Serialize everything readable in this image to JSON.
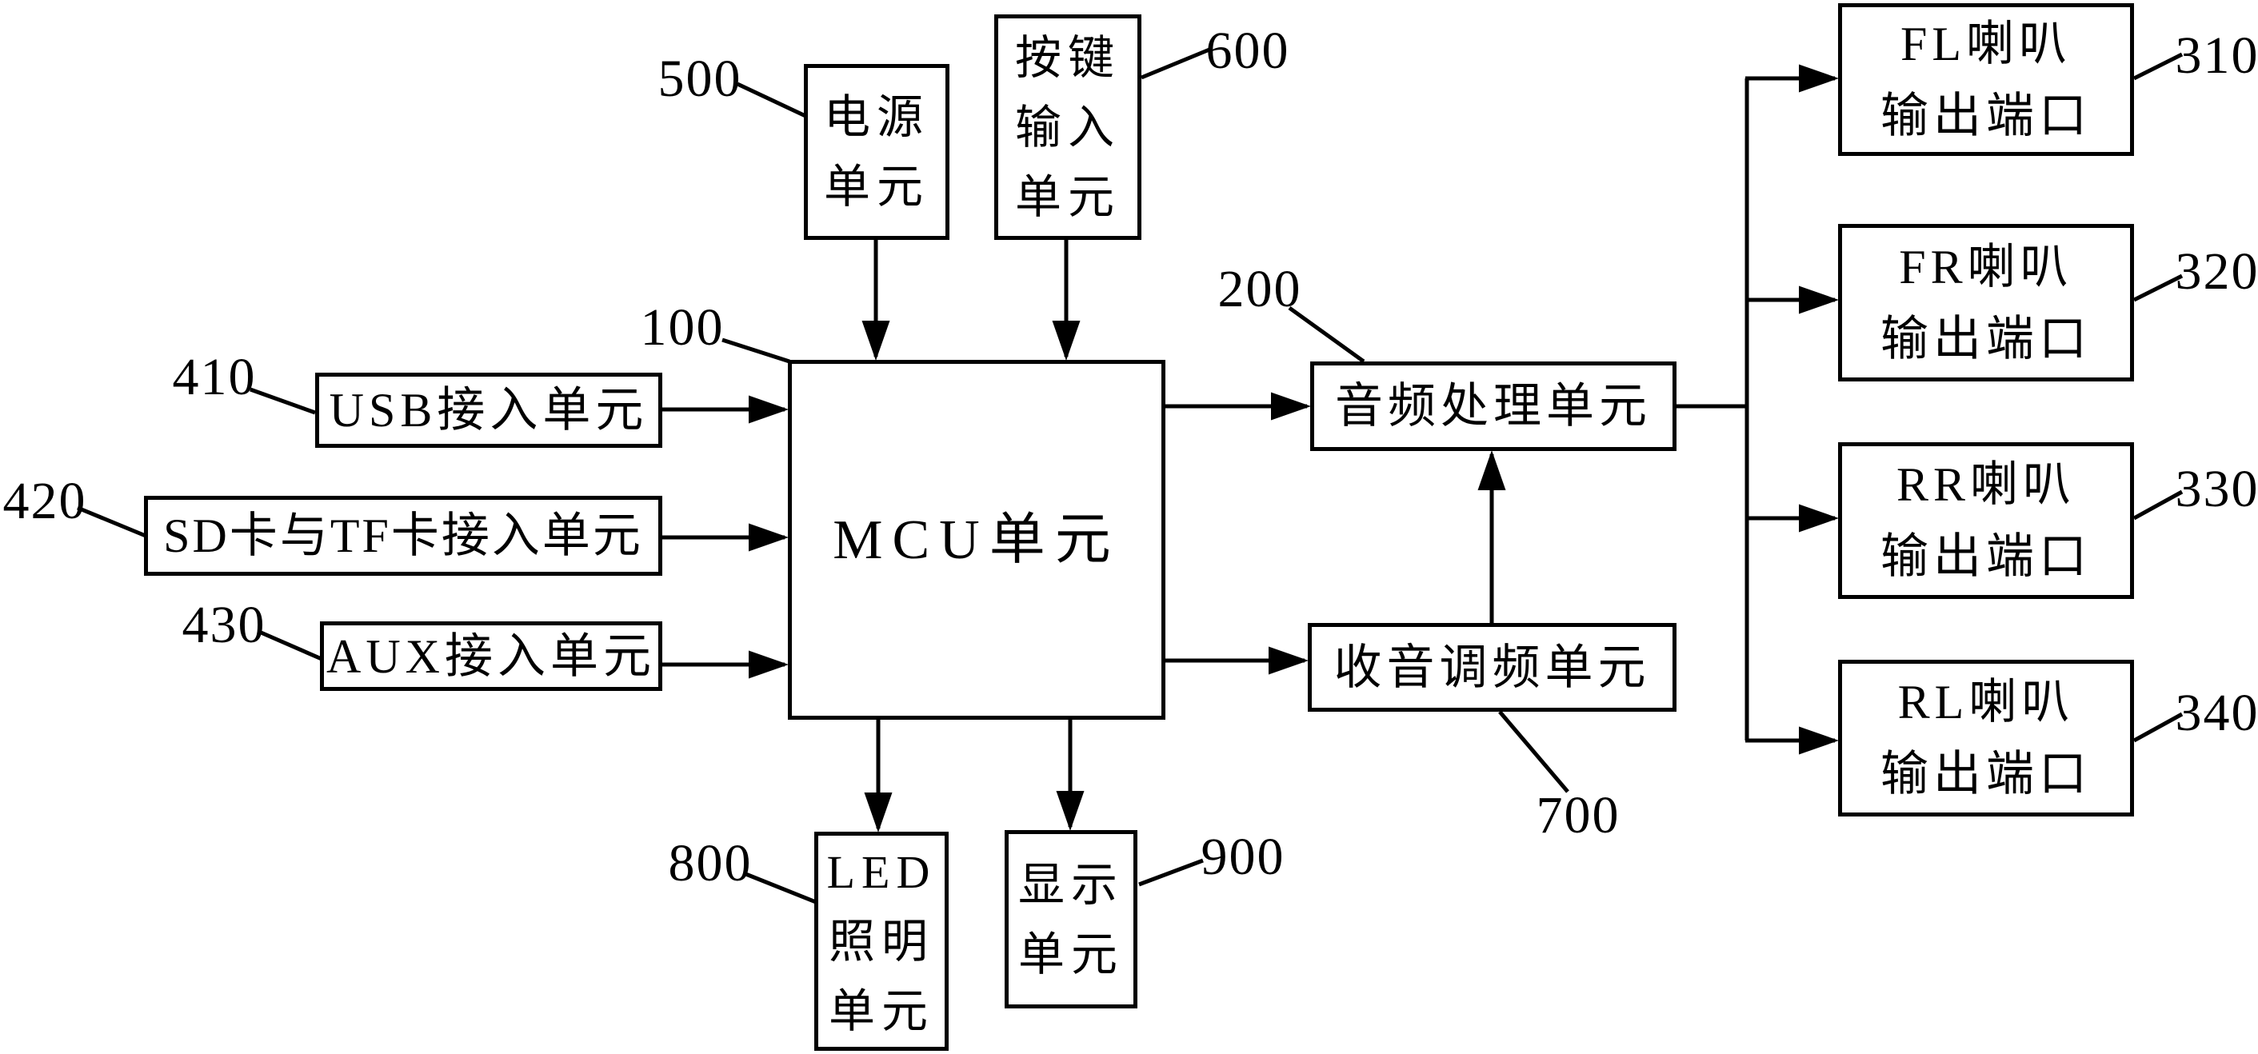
{
  "diagram": {
    "background_color": "#ffffff",
    "line_color": "#000000",
    "text_color": "#000000",
    "nodes": {
      "mcu": {
        "ref": "100",
        "lines": [
          "MCU单元"
        ]
      },
      "audio": {
        "ref": "200",
        "lines": [
          "音频处理单元"
        ]
      },
      "fl": {
        "ref": "310",
        "lines": [
          "FL喇叭",
          "输出端口"
        ]
      },
      "fr": {
        "ref": "320",
        "lines": [
          "FR喇叭",
          "输出端口"
        ]
      },
      "rr": {
        "ref": "330",
        "lines": [
          "RR喇叭",
          "输出端口"
        ]
      },
      "rl": {
        "ref": "340",
        "lines": [
          "RL喇叭",
          "输出端口"
        ]
      },
      "usb": {
        "ref": "410",
        "lines": [
          "USB接入单元"
        ]
      },
      "sd": {
        "ref": "420",
        "lines": [
          "SD卡与TF卡接入单元"
        ]
      },
      "aux": {
        "ref": "430",
        "lines": [
          "AUX接入单元"
        ]
      },
      "power": {
        "ref": "500",
        "lines": [
          "电源",
          "单元"
        ]
      },
      "keyinput": {
        "ref": "600",
        "lines": [
          "按键",
          "输入",
          "单元"
        ]
      },
      "radio": {
        "ref": "700",
        "lines": [
          "收音调频单元"
        ]
      },
      "led": {
        "ref": "800",
        "lines": [
          "LED",
          "照明",
          "单元"
        ]
      },
      "display": {
        "ref": "900",
        "lines": [
          "显示",
          "单元"
        ]
      }
    }
  }
}
